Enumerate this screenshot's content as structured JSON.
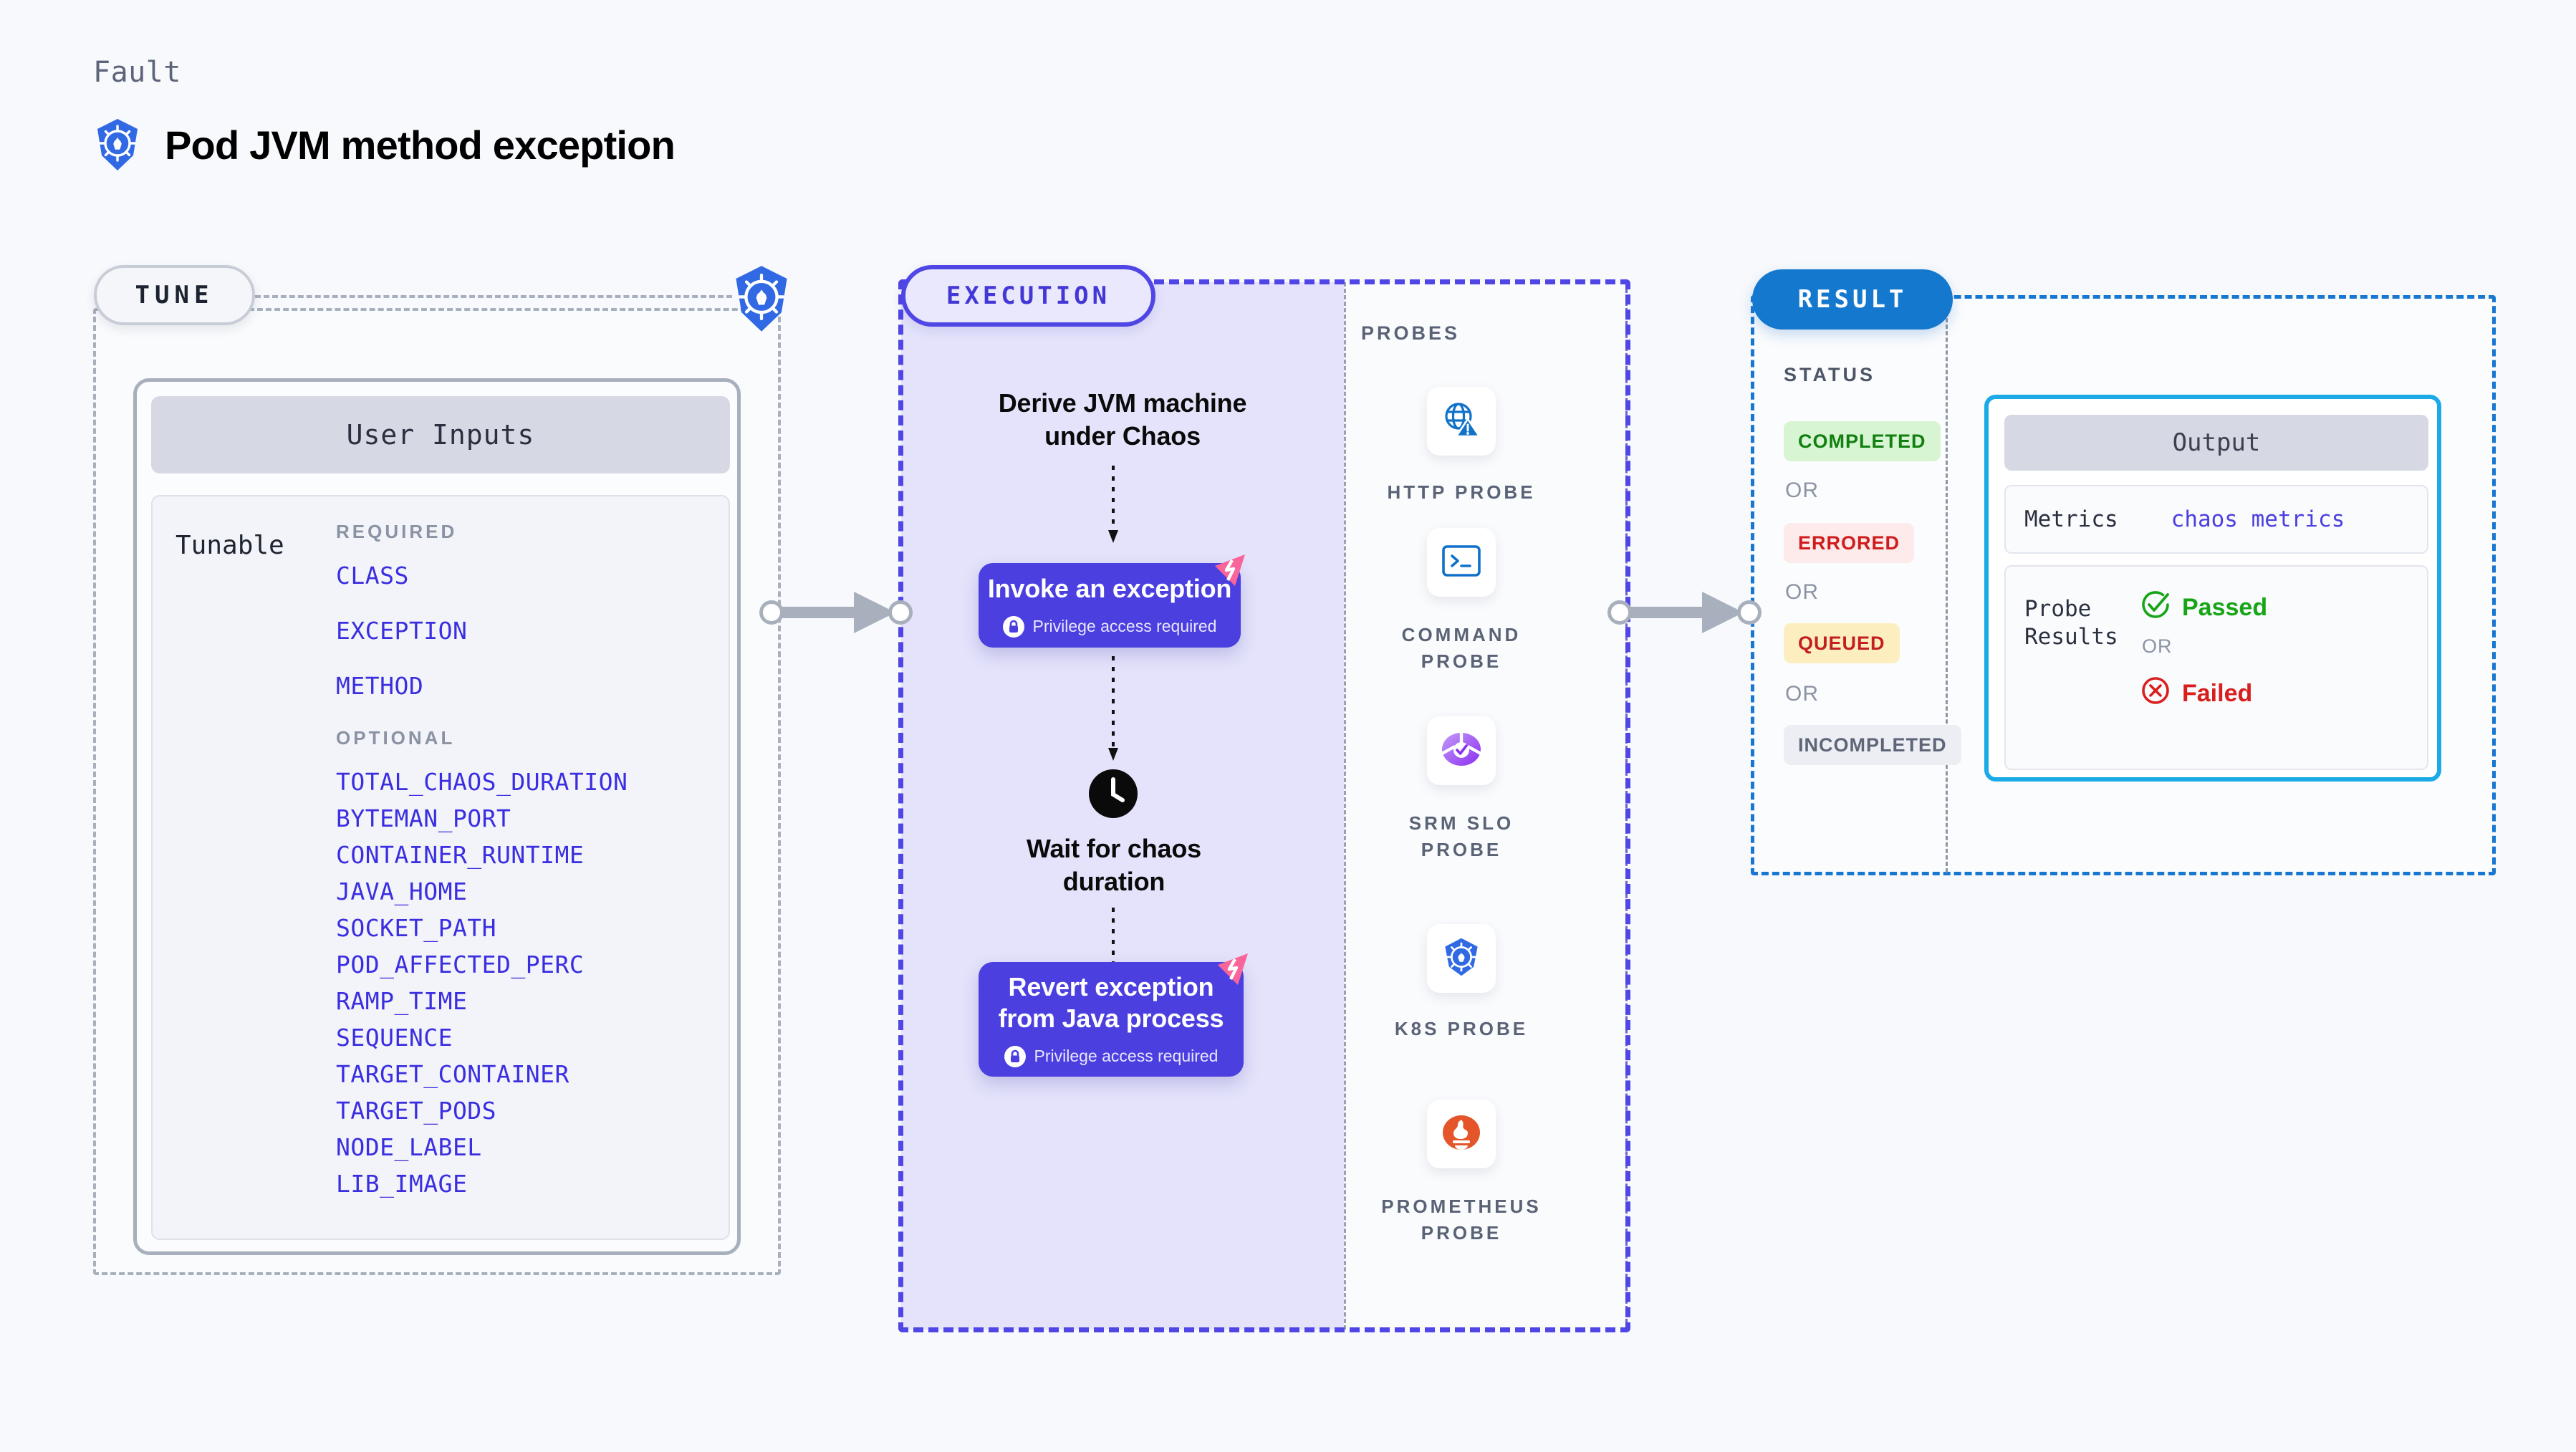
{
  "header": {
    "eyebrow": "Fault",
    "title": "Pod JVM method exception",
    "logo_icon": "kubernetes-logo-icon"
  },
  "tune": {
    "pill_label": "TUNE",
    "corner_icon": "kubernetes-logo-icon",
    "card": {
      "header": "User Inputs",
      "side_label": "Tunable",
      "groups": [
        {
          "title": "REQUIRED",
          "params": [
            "CLASS",
            "EXCEPTION",
            "METHOD"
          ]
        },
        {
          "title": "OPTIONAL",
          "params": [
            "TOTAL_CHAOS_DURATION",
            "BYTEMAN_PORT",
            "CONTAINER_RUNTIME",
            "JAVA_HOME",
            "SOCKET_PATH",
            "POD_AFFECTED_PERC",
            "RAMP_TIME",
            "SEQUENCE",
            "TARGET_CONTAINER",
            "TARGET_PODS",
            "NODE_LABEL",
            "LIB_IMAGE"
          ]
        }
      ]
    }
  },
  "execution": {
    "pill_label": "EXECUTION",
    "steps": [
      {
        "kind": "text",
        "label": "Derive JVM machine\nunder Chaos"
      },
      {
        "kind": "action",
        "label": "Invoke an exception",
        "privilege_note": "Privilege access required",
        "lock_icon": "lock-icon",
        "badge_icon": "chaos-badge-icon"
      },
      {
        "kind": "wait",
        "label": "Wait for chaos\nduration",
        "icon": "clock-icon"
      },
      {
        "kind": "action",
        "label": "Revert exception\nfrom Java process",
        "privilege_note": "Privilege access required",
        "lock_icon": "lock-icon",
        "badge_icon": "chaos-badge-icon"
      }
    ],
    "probes": {
      "label": "PROBES",
      "items": [
        {
          "label": "HTTP PROBE",
          "icon": "globe-warning-icon"
        },
        {
          "label": "COMMAND PROBE",
          "icon": "terminal-icon"
        },
        {
          "label": "SRM SLO PROBE",
          "icon": "srm-slo-icon"
        },
        {
          "label": "K8S PROBE",
          "icon": "kubernetes-logo-icon"
        },
        {
          "label": "PROMETHEUS PROBE",
          "icon": "prometheus-icon"
        }
      ]
    }
  },
  "result": {
    "pill_label": "RESULT",
    "status_label": "STATUS",
    "or_label": "OR",
    "statuses": [
      {
        "label": "COMPLETED",
        "text_color": "#118010",
        "bg_color": "#d8f5d3"
      },
      {
        "label": "ERRORED",
        "text_color": "#cf1c1c",
        "bg_color": "#fdeaea"
      },
      {
        "label": "QUEUED",
        "text_color": "#c21f1f",
        "bg_color": "#fdeec0"
      },
      {
        "label": "INCOMPLETED",
        "text_color": "#5d6577",
        "bg_color": "#eceef4"
      }
    ],
    "output": {
      "header": "Output",
      "metrics_key": "Metrics",
      "metrics_value": "chaos metrics",
      "probe_results_key": "Probe\nResults",
      "passed_label": "Passed",
      "failed_label": "Failed",
      "or_label": "OR",
      "passed_icon": "check-circle-icon",
      "failed_icon": "x-circle-icon",
      "passed_color": "#17a517",
      "failed_color": "#d81f1f"
    }
  },
  "connectors": {
    "tune_to_execution_icon": "arrow-right-icon",
    "execution_to_result_icon": "arrow-right-icon"
  },
  "colors": {
    "page_bg": "#f7f9fc",
    "tune_border": "#a9b0bd",
    "execution_accent": "#4f46e5",
    "execution_fill": "#e4e3fb",
    "result_accent": "#1877d1",
    "result_fill": "#edfaff",
    "param_text": "#3a2ee0",
    "action_card": "#4b3fe0",
    "chaos_badge": "#f9659a"
  }
}
